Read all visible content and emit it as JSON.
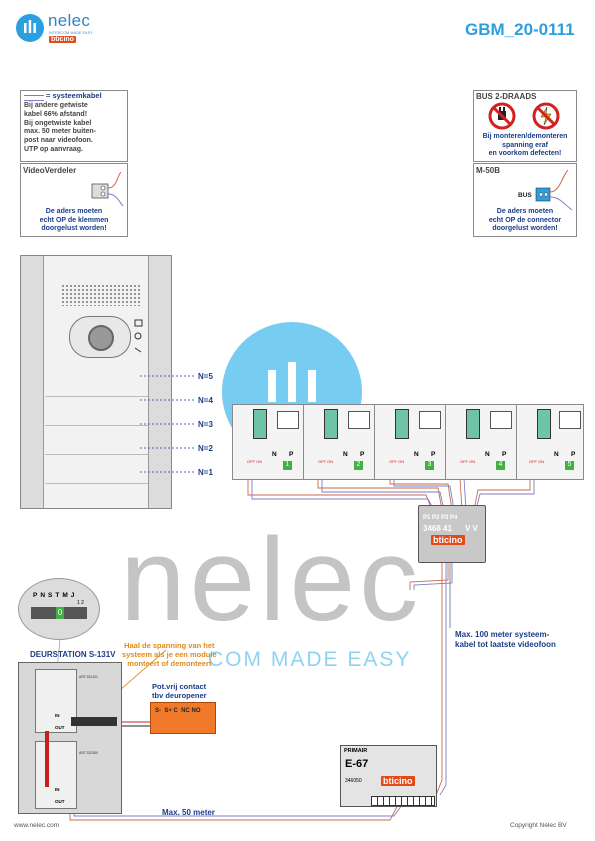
{
  "header": {
    "brand": "nelec",
    "tagline": "INTERCOM MADE EASY",
    "partner": "bticino",
    "doc_code": "GBM_20-0111"
  },
  "legend_box": {
    "title": "= systeemkabel",
    "lines": [
      "Bij andere getwiste",
      "kabel 66% afstand!",
      "Bij ongetwiste kabel",
      "max. 50 meter buiten-",
      "post naar videofoon.",
      "UTP op aanvraag."
    ]
  },
  "video_box": {
    "title": "VideoVerdeler",
    "note": [
      "De aders moeten",
      "echt OP de klemmen",
      "doorgelust worden!"
    ]
  },
  "bus_box": {
    "title": "BUS 2-DRAADS",
    "note": [
      "Bij monteren/demonteren",
      "spanning eraf",
      "en voorkom defecten!"
    ]
  },
  "m50b_box": {
    "title": "M-50B",
    "bus_label": "BUS",
    "note": [
      "De aders moeten",
      "echt OP de connector",
      "doorgelust worden!"
    ]
  },
  "buttons": [
    "N=5",
    "N=4",
    "N=3",
    "N=2",
    "N=1"
  ],
  "monitors": [
    "1",
    "2",
    "3",
    "4",
    "5"
  ],
  "monitor_terms": {
    "n": "N",
    "p": "P",
    "off": "OFF ON"
  },
  "distributor": {
    "ports": "P1 P2 P3 P4",
    "numbers": "3468 41",
    "vv": "V V",
    "brand": "bticino"
  },
  "connector": {
    "terms": [
      "P",
      "N",
      "S",
      "T",
      "M",
      "J"
    ],
    "sub": "1 2",
    "num": "0"
  },
  "door_station": {
    "title": "DEURSTATION S-131V",
    "note": [
      "Haal de spanning van het",
      "systeem als je een module",
      "monteert of demonteert"
    ],
    "module1": "ART.331101",
    "module2": "ART.332300",
    "in": "IN",
    "out": "OUT"
  },
  "contact": {
    "title": [
      "Pot.vrij contact",
      "tbv deuropener"
    ],
    "terms": "S-  S+ C  NC NO"
  },
  "psu": {
    "label1": "PRIMAIR",
    "label2": "E-67",
    "code": "346050",
    "brand": "bticino"
  },
  "notes": {
    "max100": [
      "Max. 100 meter systeem-",
      "kabel tot laatste videofoon"
    ],
    "max50": "Max. 50 meter"
  },
  "watermark": {
    "word": "nelec",
    "slogan": "COM MADE EASY"
  },
  "footer": {
    "left": "www.nelec.com",
    "right": "Copyright Nelec BV"
  }
}
